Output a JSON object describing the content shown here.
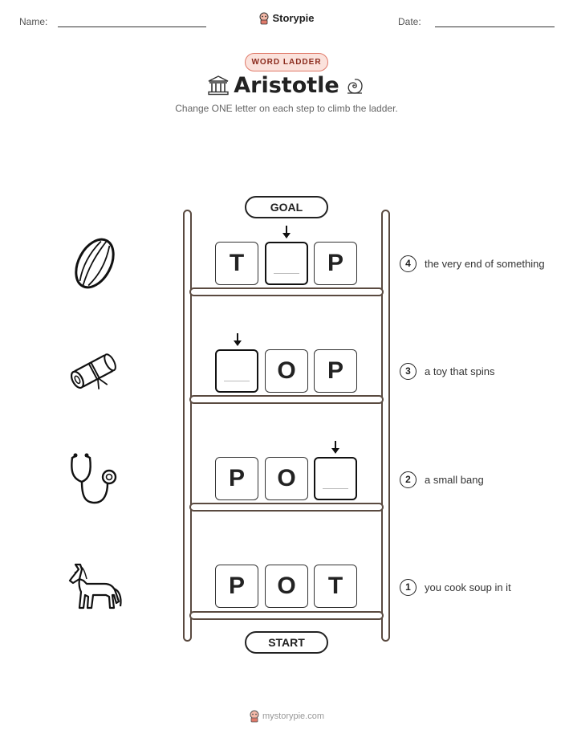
{
  "header": {
    "name_label": "Name:",
    "date_label": "Date:",
    "brand": "Storypie"
  },
  "badge": "WORD LADDER",
  "title": "Aristotle",
  "subtitle": "Change ONE letter on each step to climb the ladder.",
  "goal_label": "GOAL",
  "start_label": "START",
  "rungs": [
    {
      "number": "4",
      "clue": "the very end of something",
      "letters": [
        "T",
        "",
        "P"
      ],
      "blank_index": 1,
      "picture": "rugby-ball-icon"
    },
    {
      "number": "3",
      "clue": "a toy that spins",
      "letters": [
        "",
        "O",
        "P"
      ],
      "blank_index": 0,
      "picture": "scroll-icon"
    },
    {
      "number": "2",
      "clue": "a small bang",
      "letters": [
        "P",
        "O",
        ""
      ],
      "blank_index": 2,
      "picture": "stethoscope-icon"
    },
    {
      "number": "1",
      "clue": "you cook soup in it",
      "letters": [
        "P",
        "O",
        "T"
      ],
      "blank_index": -1,
      "picture": "horse-icon"
    }
  ],
  "footer": "mystorypie.com",
  "colors": {
    "badge_border": "#e07a6a",
    "badge_fill": "#fbe2dc",
    "ladder": "#5a4a40"
  }
}
